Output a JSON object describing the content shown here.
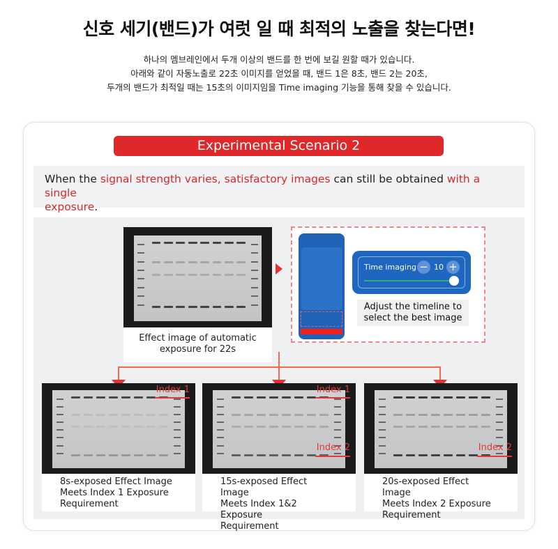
{
  "title": "신호 세기(밴드)가 여럿 일 때 최적의 노출을 찾는다면!",
  "description": [
    "하나의 멤브레인에서 두개 이상의 밴드를 한 번에 보길 원할 때가 있습니다.",
    "아래와 같이 자동노출로 22초 이미지를 얻었을 때, 밴드 1은 8초, 밴드 2는 20초,",
    "두개의 밴드가 최적일 때는 15초의 이미지임을 Time imaging 기능을 통해 찾을 수 있습니다."
  ],
  "banner": "Experimental Scenario 2",
  "statement": {
    "p1": "When the ",
    "r1": "signal strength varies, satisfactory images",
    "p2": " can still be obtained ",
    "r2": "with a single",
    "p3": "exposure",
    "p4": "."
  },
  "auto_caption": [
    "Effect image of automatic",
    "exposure for 22s"
  ],
  "time_imaging": {
    "label": "Time imaging",
    "value": "10",
    "minus": "−",
    "plus": "+"
  },
  "adjust_caption": [
    "Adjust the timeline to",
    "select the best image"
  ],
  "results": [
    {
      "caption": [
        "8s-exposed Effect Image",
        "Meets Index 1 Exposure",
        "Requirement"
      ],
      "index_top": "Index 1"
    },
    {
      "caption": [
        "15s-exposed Effect Image",
        "Meets Index 1&2 Exposure",
        "Requirement"
      ],
      "index_top": "Index 1",
      "index_bottom": "Index 2"
    },
    {
      "caption": [
        "20s-exposed Effect Image",
        "Meets Index 2 Exposure",
        "Requirement"
      ],
      "index_bottom": "Index 2"
    }
  ]
}
